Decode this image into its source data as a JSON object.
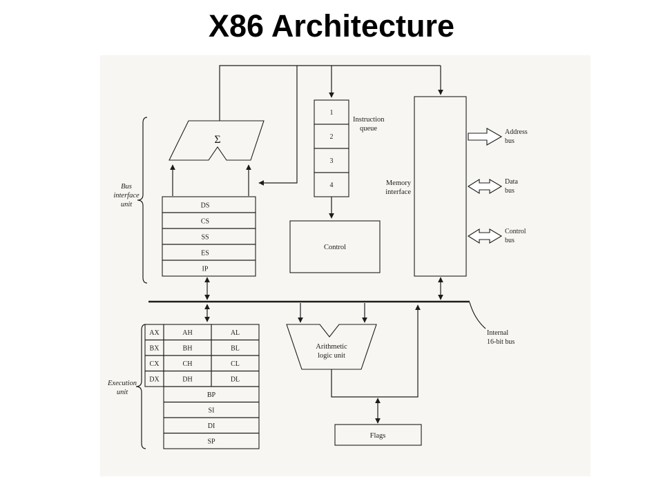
{
  "slide": {
    "title": "X86 Architecture"
  },
  "diagram": {
    "sigma": "Σ",
    "queue_slots": [
      "1",
      "2",
      "3",
      "4"
    ],
    "segment_registers": [
      "DS",
      "CS",
      "SS",
      "ES",
      "IP"
    ],
    "general_registers": [
      {
        "name": "AX",
        "high": "AH",
        "low": "AL"
      },
      {
        "name": "BX",
        "high": "BH",
        "low": "BL"
      },
      {
        "name": "CX",
        "high": "CH",
        "low": "CL"
      },
      {
        "name": "DX",
        "high": "DH",
        "low": "DL"
      }
    ],
    "pointer_index_registers": [
      "BP",
      "SI",
      "DI",
      "SP"
    ],
    "labels": {
      "bus_interface_unit": [
        "Bus",
        "interface",
        "unit"
      ],
      "execution_unit": [
        "Execution",
        "unit"
      ],
      "instruction_queue": [
        "Instruction",
        "queue"
      ],
      "memory_interface": [
        "Memory",
        "interface"
      ],
      "control": "Control",
      "flags": "Flags",
      "arithmetic_logic_unit": [
        "Arithmetic",
        "logic unit"
      ],
      "address_bus": [
        "Address",
        "bus"
      ],
      "data_bus": [
        "Data",
        "bus"
      ],
      "control_bus": [
        "Control",
        "bus"
      ],
      "internal_bus": [
        "Internal",
        "16-bit bus"
      ]
    },
    "colors": {
      "ink": "#1c1c1c",
      "paper": "#f7f6f2"
    }
  }
}
